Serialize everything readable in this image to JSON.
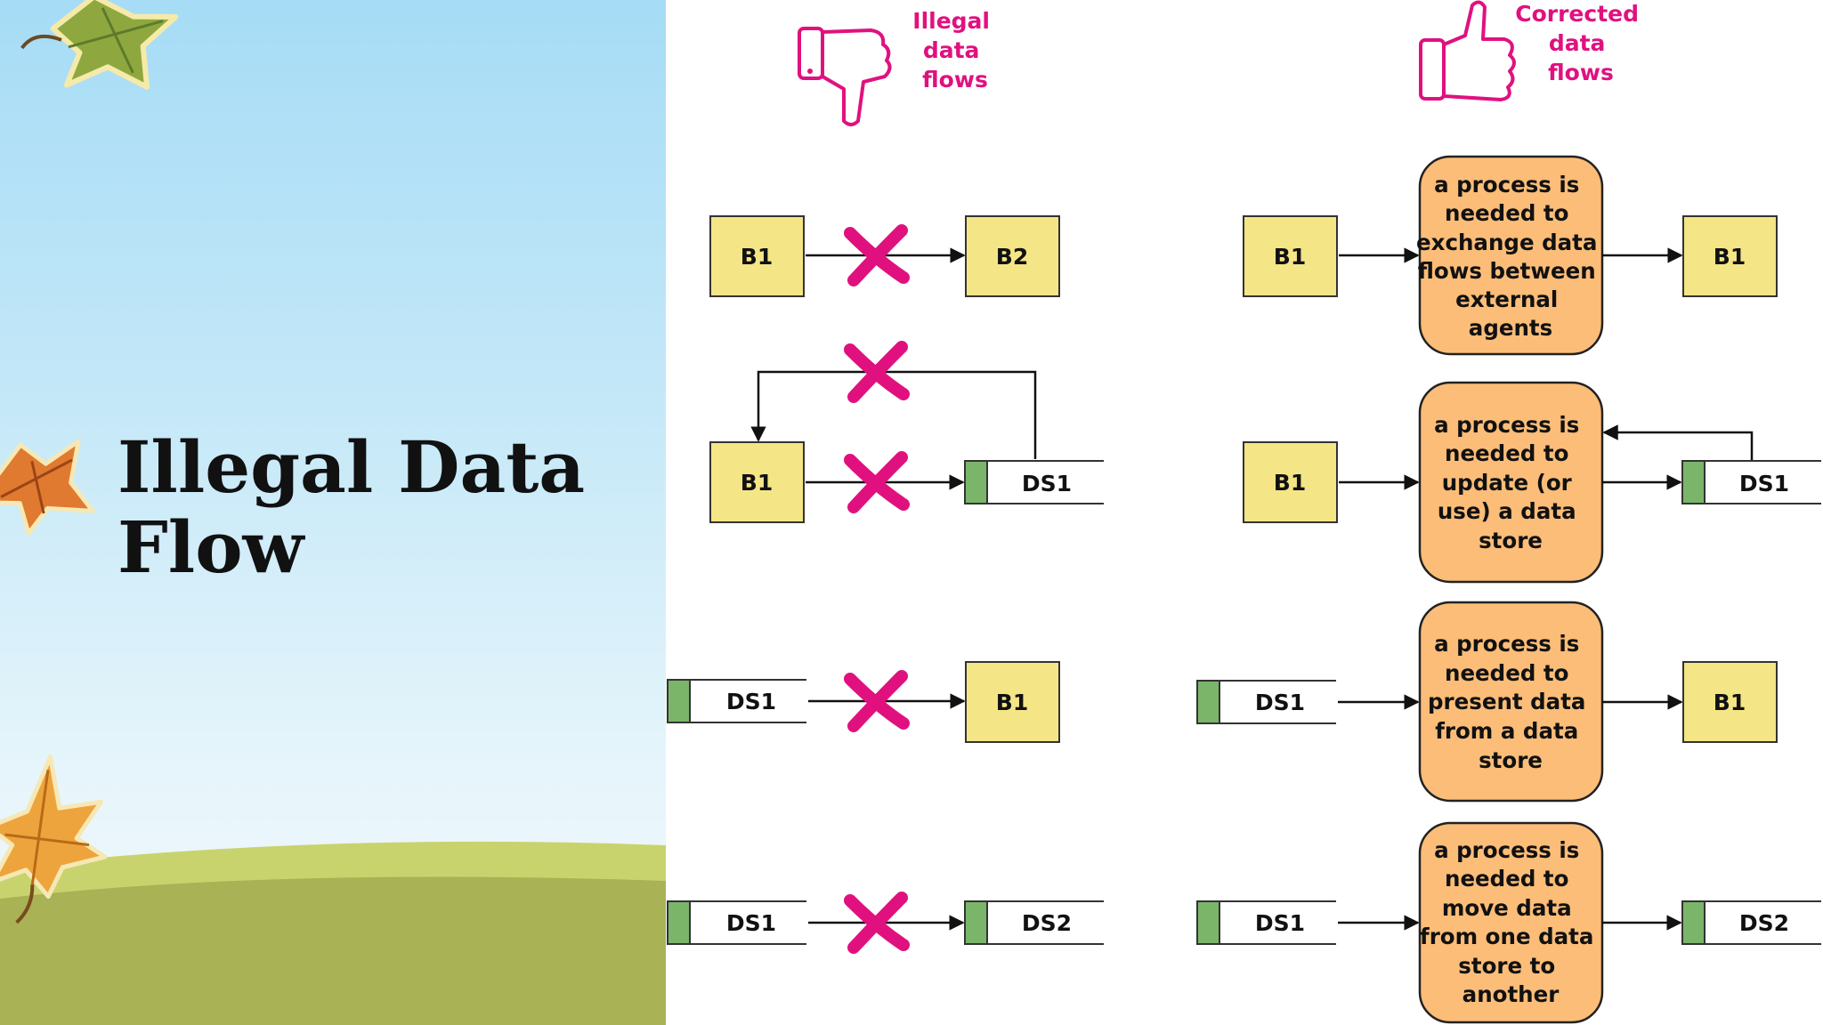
{
  "slide": {
    "title": "Illegal Data Flow"
  },
  "headers": {
    "illegal": [
      "Illegal",
      "data",
      "flows"
    ],
    "corrected": [
      "Corrected",
      "data",
      "flows"
    ]
  },
  "illegal": {
    "row1": {
      "from": "B1",
      "to": "B2"
    },
    "row2": {
      "from": "B1",
      "to": "DS1"
    },
    "row3": {
      "from": "DS1",
      "to": "B1"
    },
    "row4": {
      "from": "DS1",
      "to": "DS2"
    }
  },
  "corrected": {
    "row1": {
      "from": "B1",
      "process": [
        "a process is",
        "needed to",
        "exchange data",
        "flows between",
        "external",
        "agents"
      ],
      "to": "B1"
    },
    "row2": {
      "from": "B1",
      "process": [
        "a process is",
        "needed to",
        "update (or",
        "use) a data",
        "store"
      ],
      "to": "DS1"
    },
    "row3": {
      "from": "DS1",
      "process": [
        "a process is",
        "needed to",
        "present data",
        "from a data",
        "store"
      ],
      "to": "B1"
    },
    "row4": {
      "from": "DS1",
      "process": [
        "a process is",
        "needed to",
        "move data",
        "from one data",
        "store to",
        "another"
      ],
      "to": "DS2"
    }
  },
  "colors": {
    "entity": "#f4e586",
    "process": "#fbbd78",
    "datastore_tab": "#7ab56a",
    "cross": "#e0117f",
    "accent_text": "#e0117f"
  },
  "icons": [
    "leaf-icon",
    "thumbs-down-icon",
    "thumbs-up-icon",
    "cross-mark-icon"
  ]
}
